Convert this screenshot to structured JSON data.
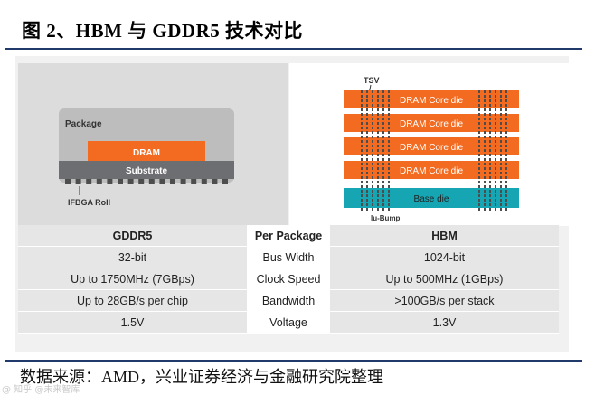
{
  "figure": {
    "title": "图 2、HBM 与 GDDR5 技术对比"
  },
  "gddr_diagram": {
    "package_label": "Package",
    "dram_label": "DRAM",
    "substrate_label": "Substrate",
    "ball_label": "IFBGA Roll",
    "colors": {
      "package": "#bdbdbd",
      "dram": "#f26b21",
      "substrate": "#6d6e71",
      "solder": "#4d4d4d"
    }
  },
  "hbm_diagram": {
    "tsv_label": "TSV",
    "core_dies": [
      "DRAM Core die",
      "DRAM Core die",
      "DRAM Core die",
      "DRAM Core die"
    ],
    "base_label": "Base die",
    "bump_label": "lu-Bump",
    "colors": {
      "core": "#f26b21",
      "base": "#16a5b3",
      "tsv": "#4d4d4d"
    }
  },
  "table": {
    "header": {
      "gddr": "GDDR5",
      "mid": "Per Package",
      "hbm": "HBM"
    },
    "rows": [
      {
        "gddr": "32-bit",
        "mid": "Bus Width",
        "hbm": "1024-bit"
      },
      {
        "gddr": "Up to 1750MHz (7GBps)",
        "mid": "Clock Speed",
        "hbm": "Up to 500MHz (1GBps)"
      },
      {
        "gddr": "Up to 28GB/s per chip",
        "mid": "Bandwidth",
        "hbm": ">100GB/s per stack"
      },
      {
        "gddr": "1.5V",
        "mid": "Voltage",
        "hbm": "1.3V"
      }
    ]
  },
  "source": "数据来源：AMD，兴业证券经济与金融研究院整理",
  "watermark": "@ 知乎 @未来智库"
}
